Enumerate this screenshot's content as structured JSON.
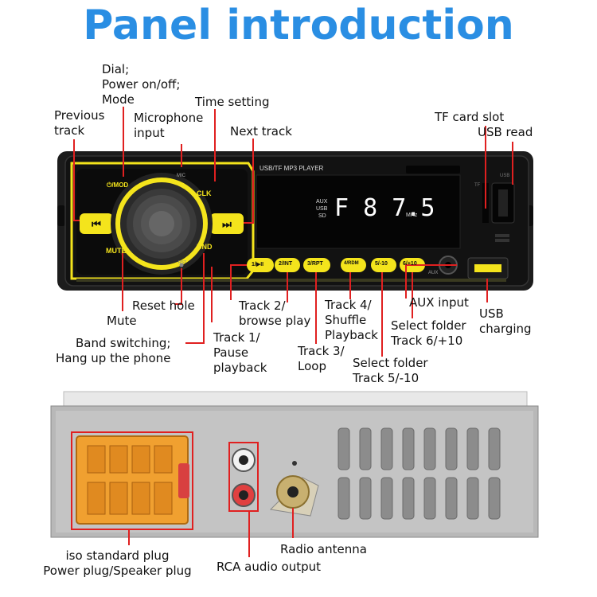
{
  "title": "Panel introduction",
  "front_labels": {
    "dial": [
      "Dial;",
      "Power on/off;",
      "Mode"
    ],
    "time_setting": "Time setting",
    "previous_track": [
      "Previous",
      "track"
    ],
    "microphone_input": [
      "Microphone",
      "input"
    ],
    "next_track": "Next track",
    "tf_card_slot": "TF card slot",
    "usb_read": "USB read",
    "reset_hole": "Reset hole",
    "mute": "Mute",
    "band_switching": [
      "Band switching;",
      "Hang up the phone"
    ],
    "track2": [
      "Track 2/",
      "browse play"
    ],
    "track1": [
      "Track 1/",
      "Pause",
      "playback"
    ],
    "track4": [
      "Track 4/",
      "Shuffle",
      "Playback"
    ],
    "track3": [
      "Track 3/",
      "Loop"
    ],
    "aux_input": "AUX input",
    "select_folder_6": [
      "Select folder",
      "Track 6/+10"
    ],
    "select_folder_5": [
      "Select folder",
      "Track 5/-10"
    ],
    "usb_charging": [
      "USB",
      "charging"
    ]
  },
  "device": {
    "player_title": "USB/TF MP3 PLAYER",
    "mod": "⏻/MOD",
    "mic": "MIC",
    "clk": "CLK",
    "mute": "MUTE",
    "bnd": "BND",
    "rst": "RST",
    "aux": "AUX",
    "usb_side": "USB",
    "tf_side": "TF",
    "display_sources": [
      "AUX",
      "USB",
      "SD"
    ],
    "display_freq": "F 8 7.5",
    "display_unit": "MHz",
    "buttons": [
      "1/▶II",
      "2/INT",
      "3/RPT",
      "4/RDM",
      "5/-10",
      "6/+10"
    ]
  },
  "back_labels": {
    "iso_plug": [
      "iso standard plug",
      "Power plug/Speaker plug"
    ],
    "rca": "RCA audio output",
    "antenna": "Radio antenna"
  },
  "colors": {
    "title": "#2a8ee3",
    "accent_yellow": "#f4e41c",
    "leader_red": "#e02020",
    "body_black": "#111111",
    "plug_orange": "#f0a030"
  }
}
